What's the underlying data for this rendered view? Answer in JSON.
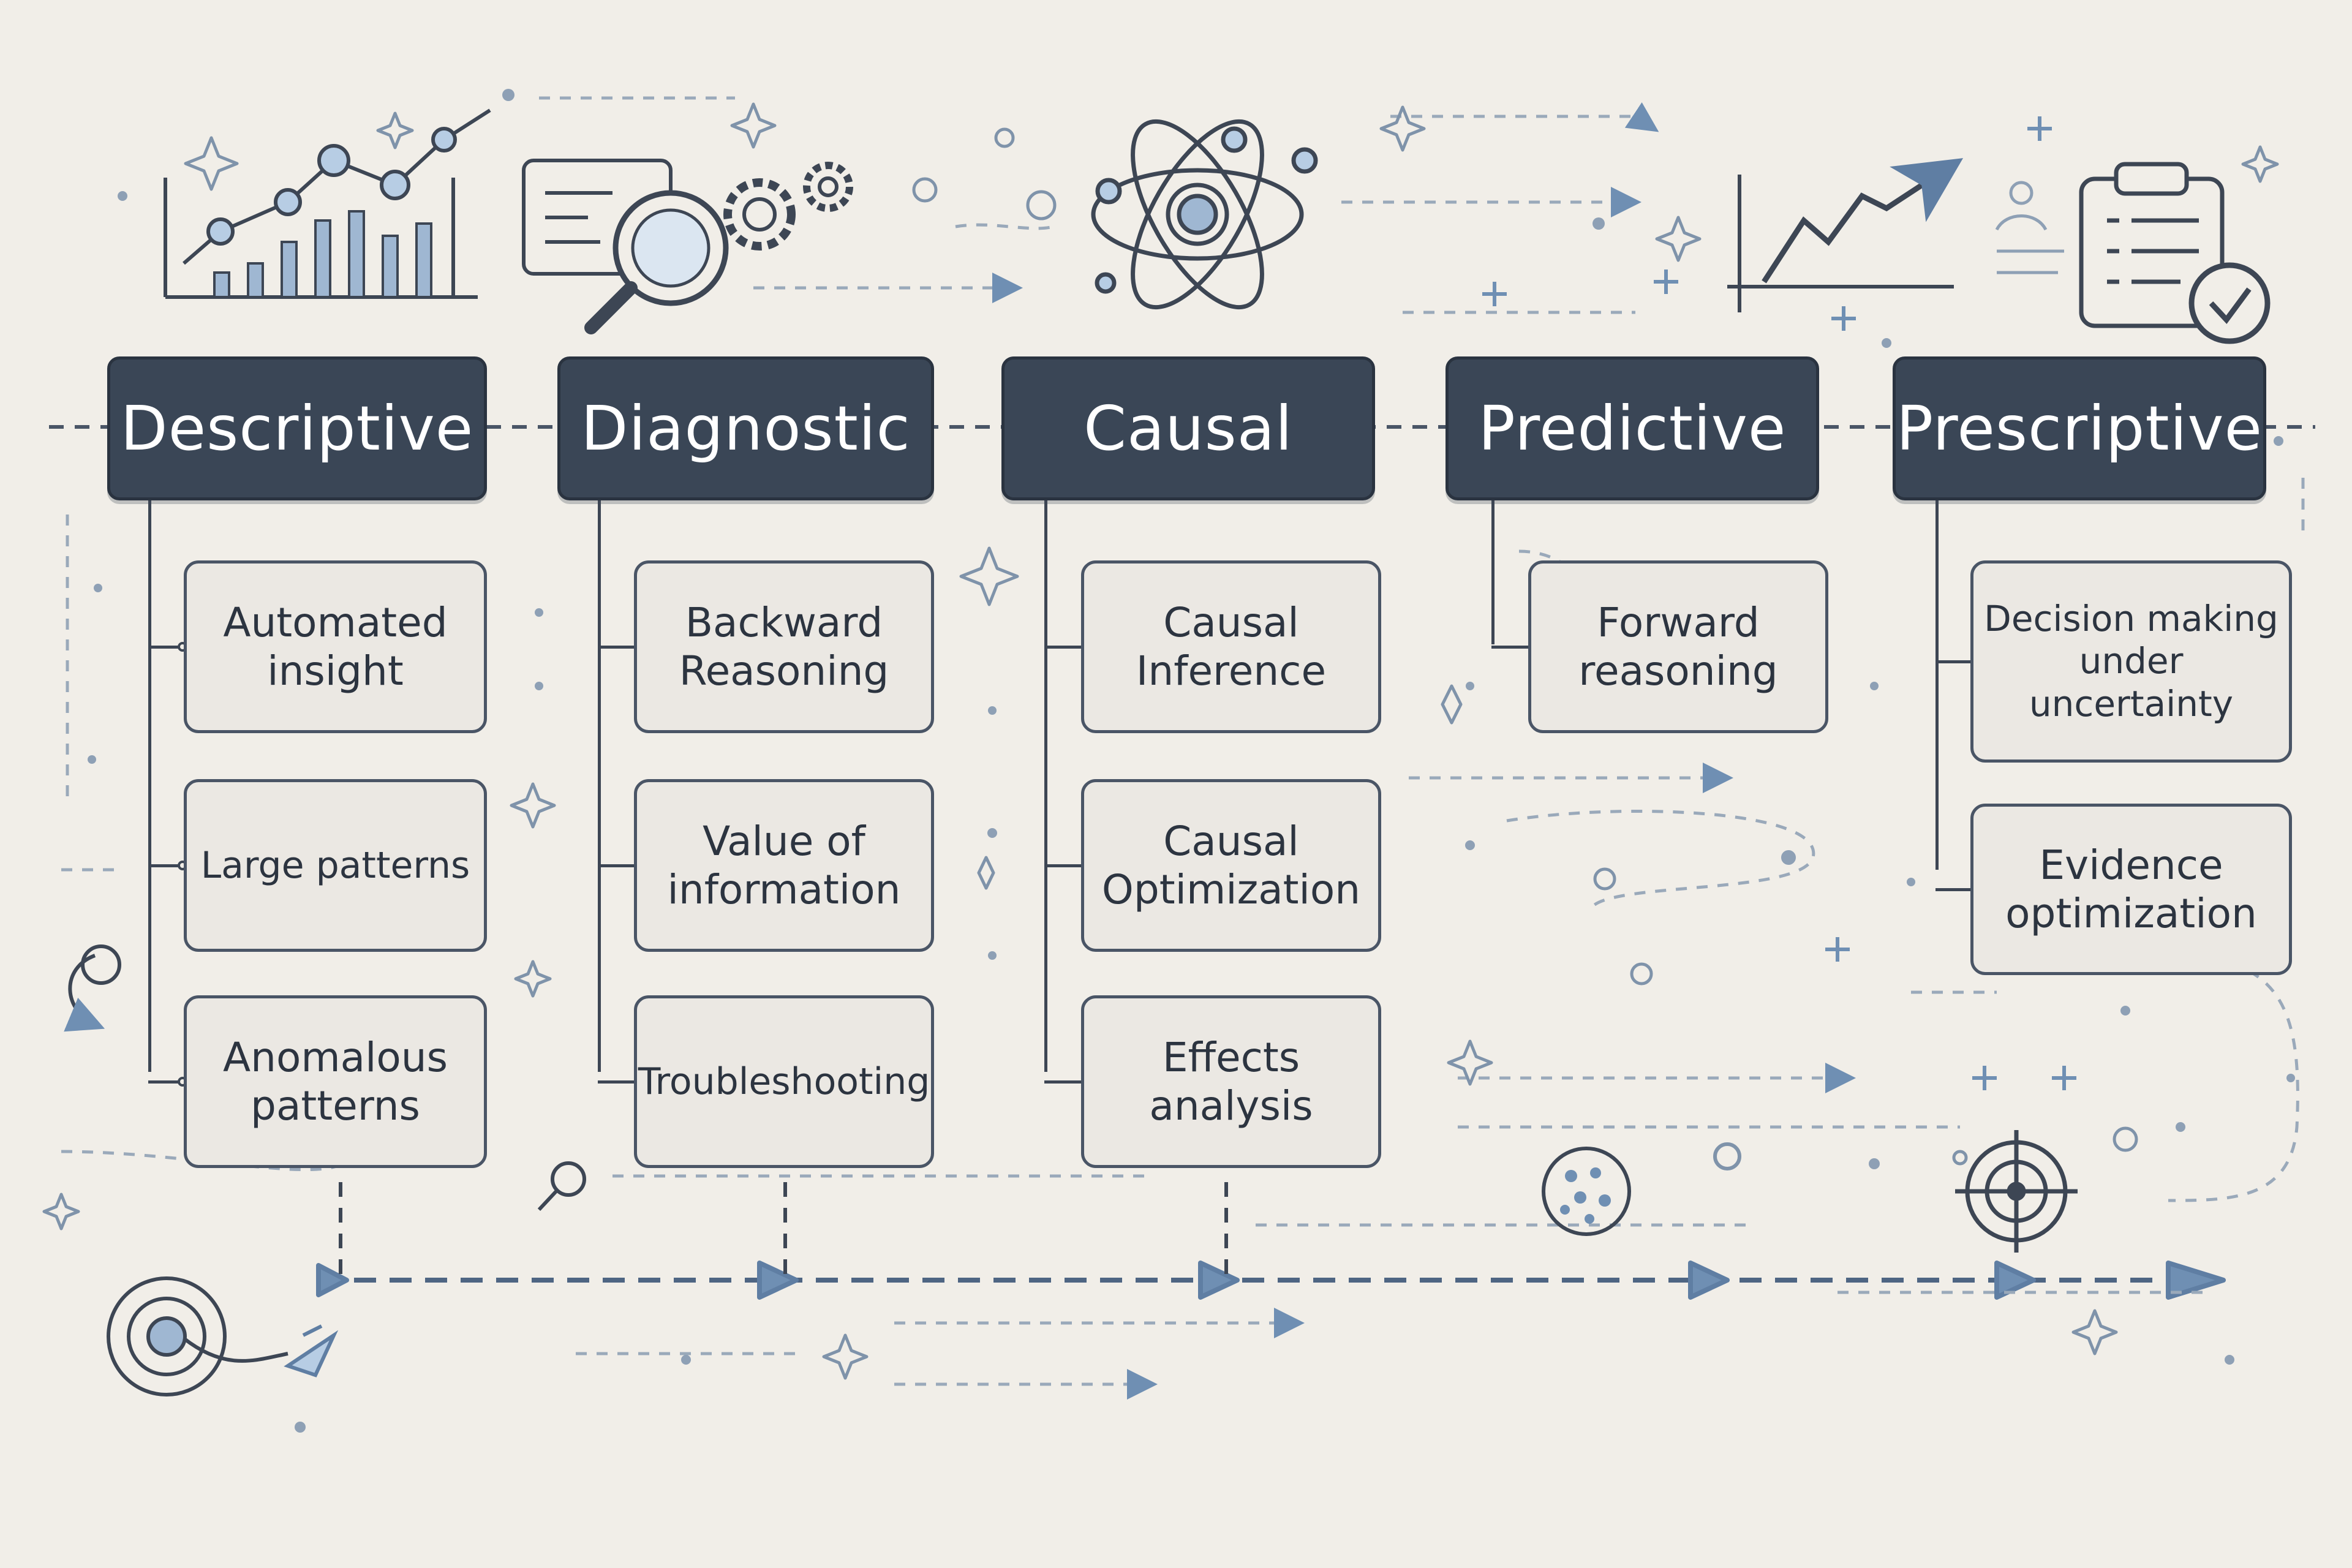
{
  "stages": [
    {
      "title": "Descriptive",
      "items": [
        "Automated\ninsight",
        "Large patterns",
        "Anomalous\npatterns"
      ]
    },
    {
      "title": "Diagnostic",
      "items": [
        "Backward\nReasoning",
        "Value of\ninformation",
        "Troubleshooting"
      ]
    },
    {
      "title": "Causal",
      "items": [
        "Causal\nInference",
        "Causal\nOptimization",
        "Effects\nanalysis"
      ]
    },
    {
      "title": "Predictive",
      "items": [
        "Forward\nreasoning"
      ]
    },
    {
      "title": "Prescriptive",
      "items": [
        "Decision making\nunder\nuncertainty",
        "Evidence\noptimization"
      ]
    }
  ],
  "colors": {
    "header": "#3a4656",
    "line": "#3d4654",
    "accent": "#6f8fb3",
    "node_fill": "#ebe8e3"
  },
  "icons": [
    "bar-line-chart-icon",
    "magnifier-gears-icon",
    "atom-icon",
    "trend-chart-icon",
    "clipboard-check-icon",
    "target-icon",
    "rocket-icon",
    "scatter-circle-icon",
    "crosshair-icon"
  ]
}
